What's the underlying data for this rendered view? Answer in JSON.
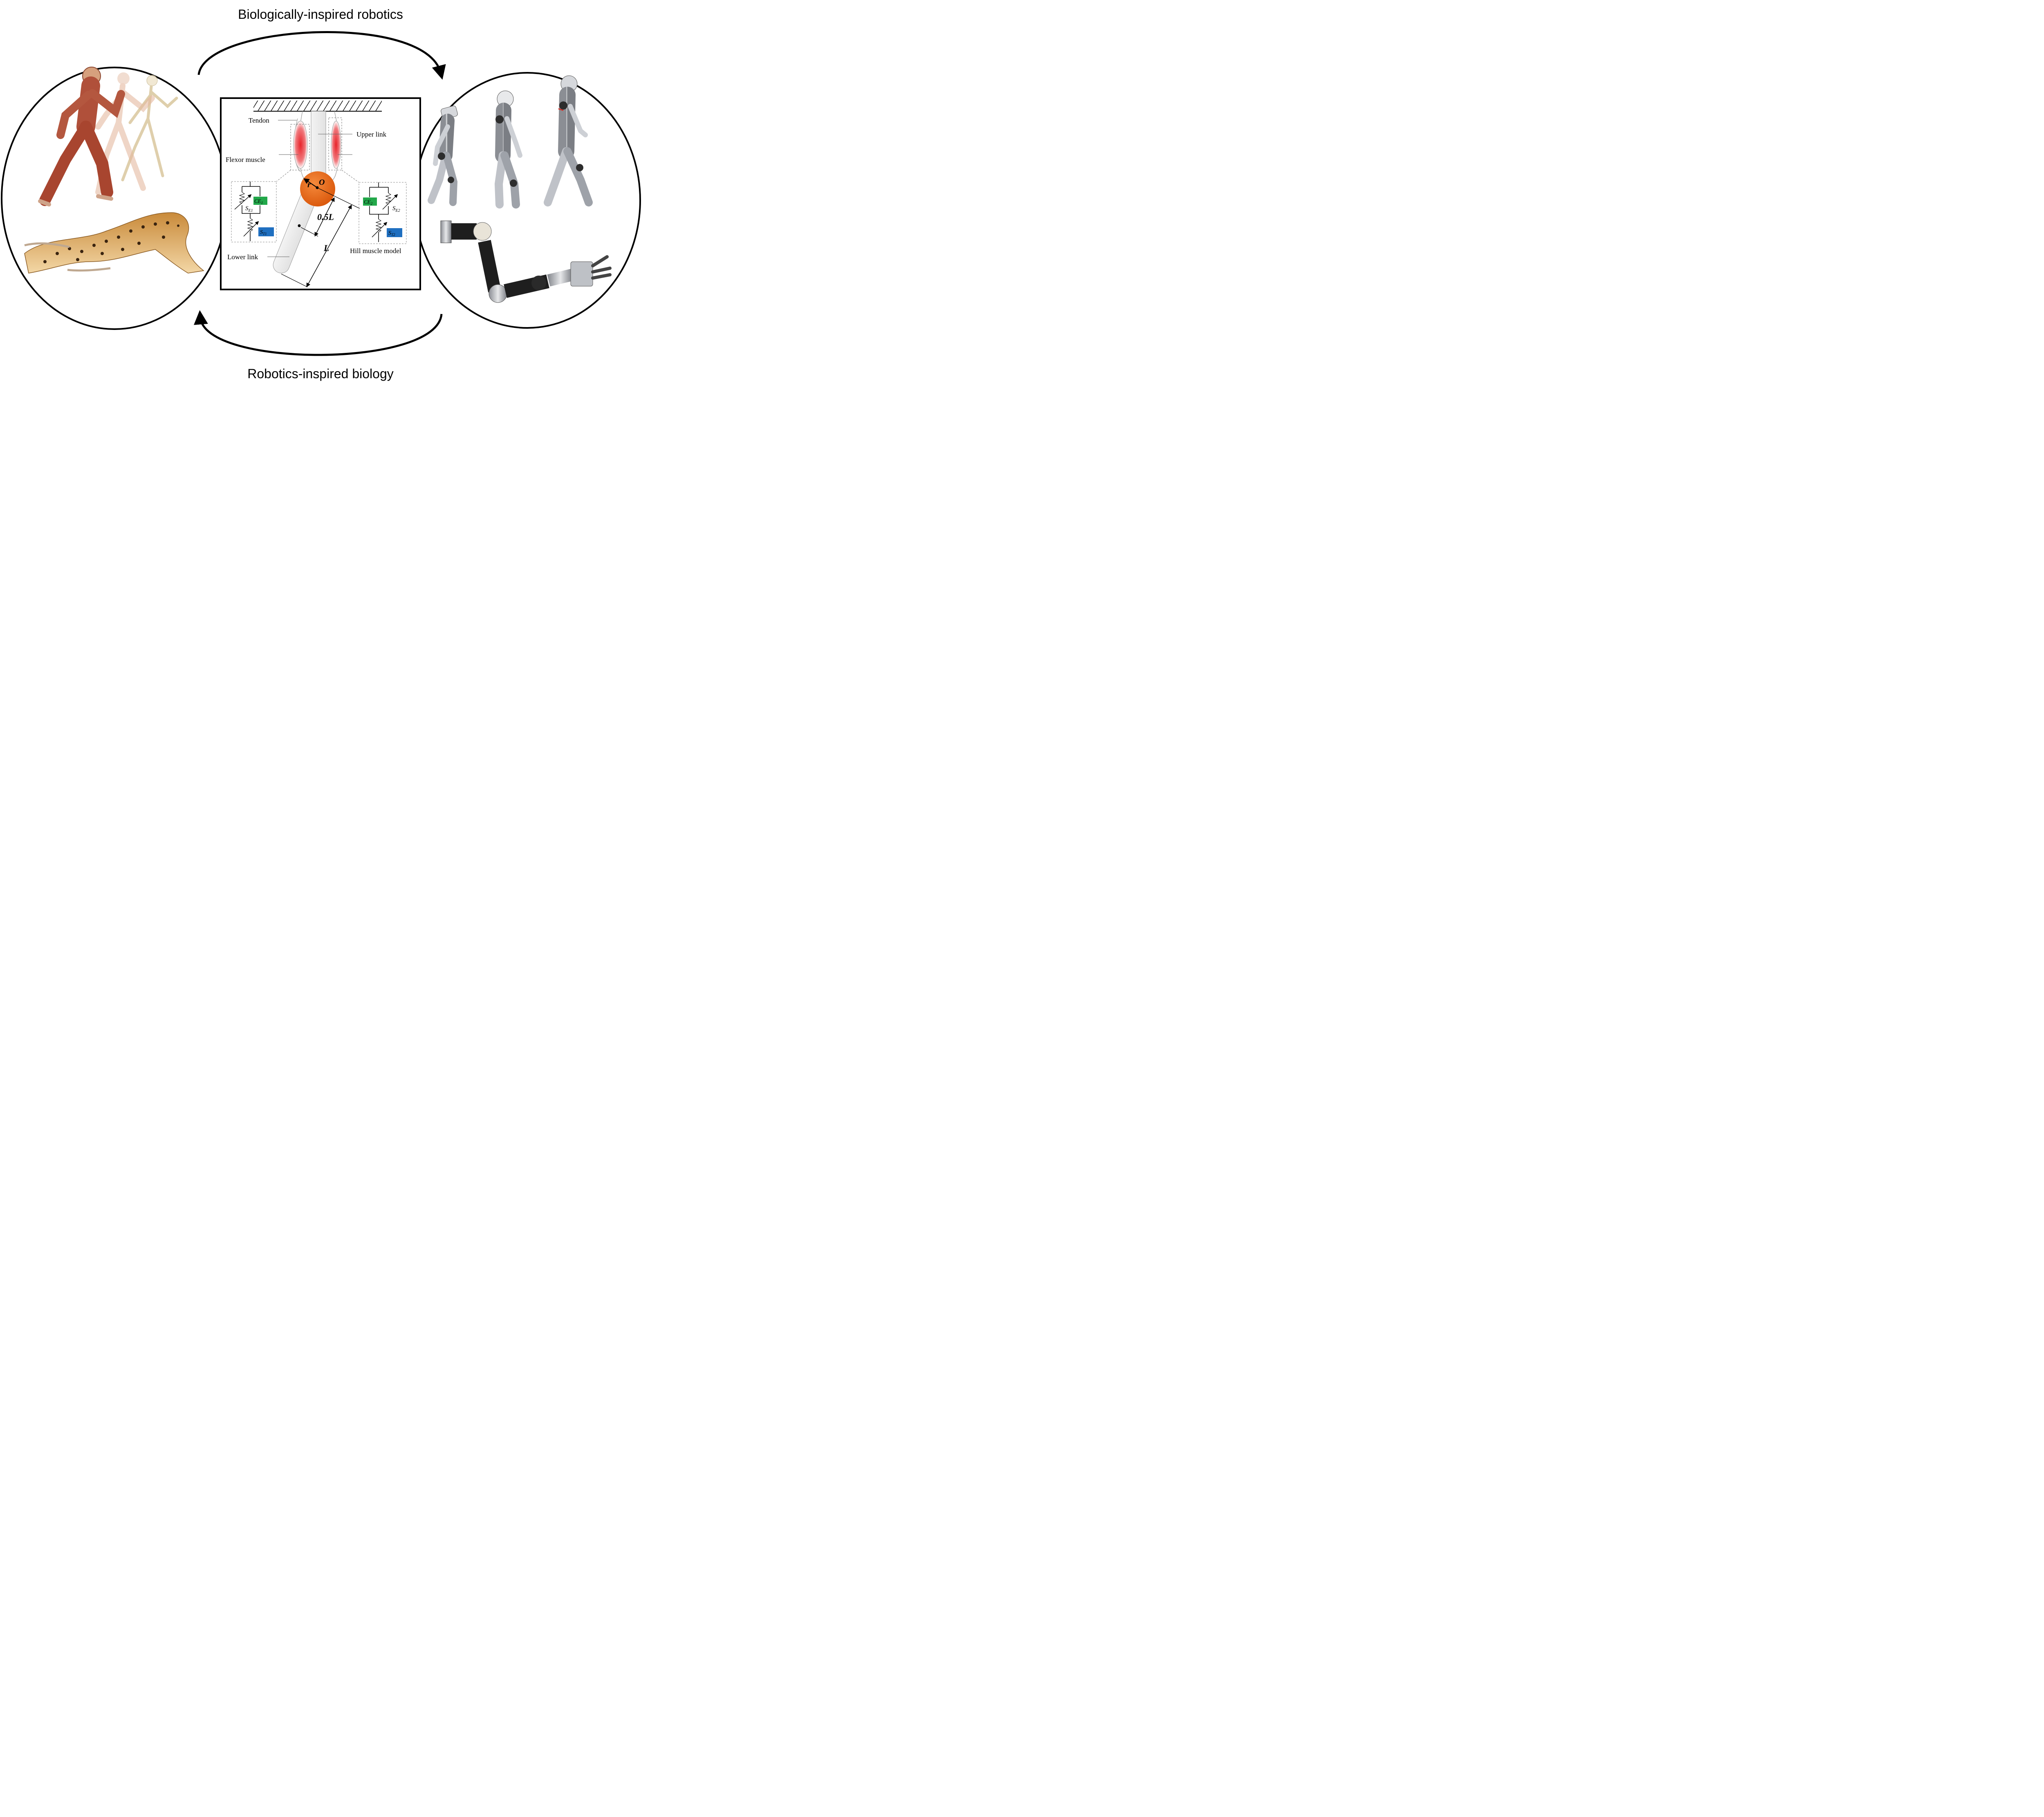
{
  "captions": {
    "top": "Biologically-inspired robotics",
    "bottom": "Robotics-inspired biology"
  },
  "model": {
    "tendon": "Tendon",
    "upper_link": "Upper link",
    "flexor_muscle": "Flexor muscle",
    "lower_link": "Lower link",
    "hill_model": "Hill muscle model",
    "r": "r",
    "o": "O",
    "half_length": "0.5L",
    "length": "L",
    "ce1": "CE",
    "ce1_sub": "1",
    "se1": "S",
    "se1_sub": "E1",
    "st1": "S",
    "st1_sub": "T1",
    "ce2": "CE",
    "ce2_sub": "2",
    "se2": "S",
    "se2_sub": "E2",
    "st2": "S",
    "st2_sub": "T2"
  },
  "colors": {
    "joint": "#E8600E",
    "muscle_red": "#E8232A",
    "ce_green": "#22A84A",
    "st_blue": "#1F6FC0",
    "skin_muscle": "#B0503A",
    "robot_silver": "#C9CCD2",
    "cheetah": "#D7A35A"
  },
  "illustrations": {
    "left": "running-human-anatomy-and-cheetah",
    "right": "walking-humanoid-robots-and-robotic-arm"
  }
}
